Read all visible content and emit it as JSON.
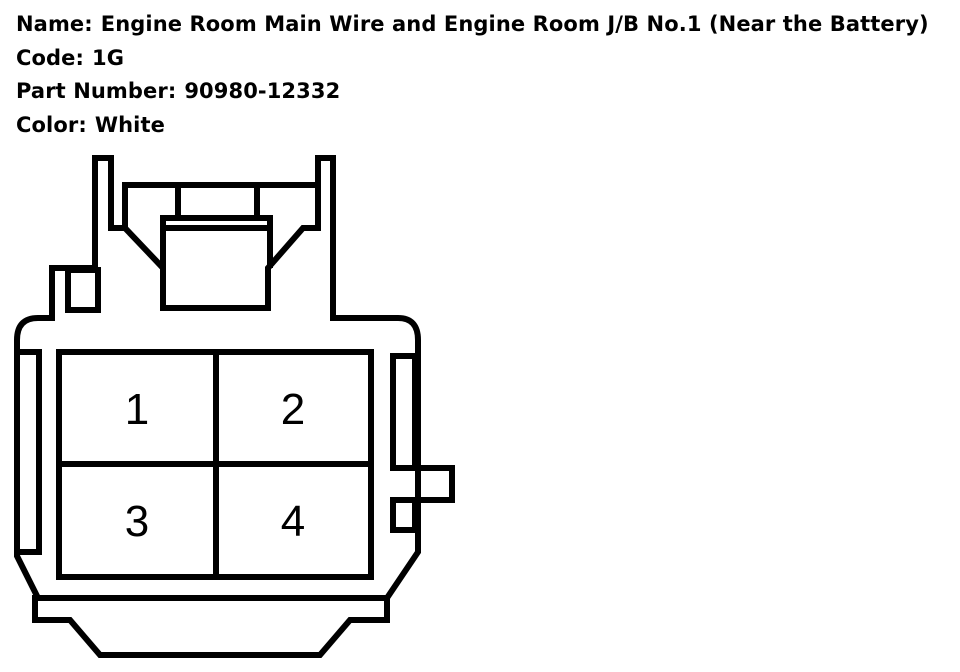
{
  "connector": {
    "name_label": "Name:",
    "name_value": "Engine Room Main Wire and Engine Room J/B No.1 (Near the Battery)",
    "code_label": "Code:",
    "code_value": "1G",
    "part_label": "Part Number:",
    "part_value": "90980-12332",
    "color_label": "Color:",
    "color_value": "White"
  },
  "pins": [
    "1",
    "2",
    "3",
    "4"
  ],
  "colors": {
    "line": "#000000",
    "background": "#ffffff"
  }
}
